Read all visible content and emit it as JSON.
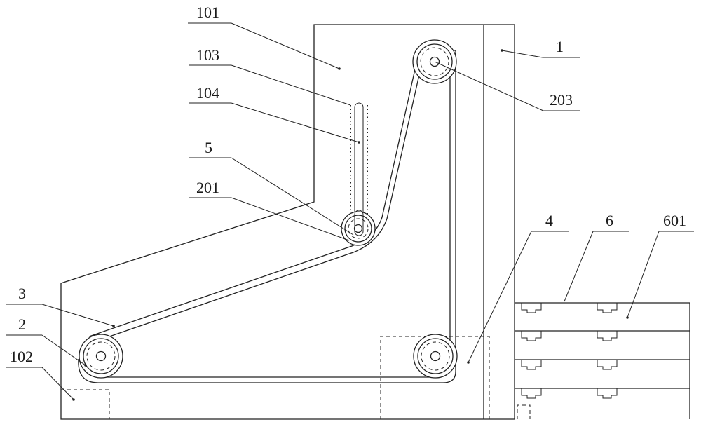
{
  "labels": {
    "l101": "101",
    "l103": "103",
    "l104": "104",
    "l5": "5",
    "l201": "201",
    "l3": "3",
    "l2": "2",
    "l102": "102",
    "l1": "1",
    "l203": "203",
    "l4": "4",
    "l6": "6",
    "l601": "601"
  }
}
